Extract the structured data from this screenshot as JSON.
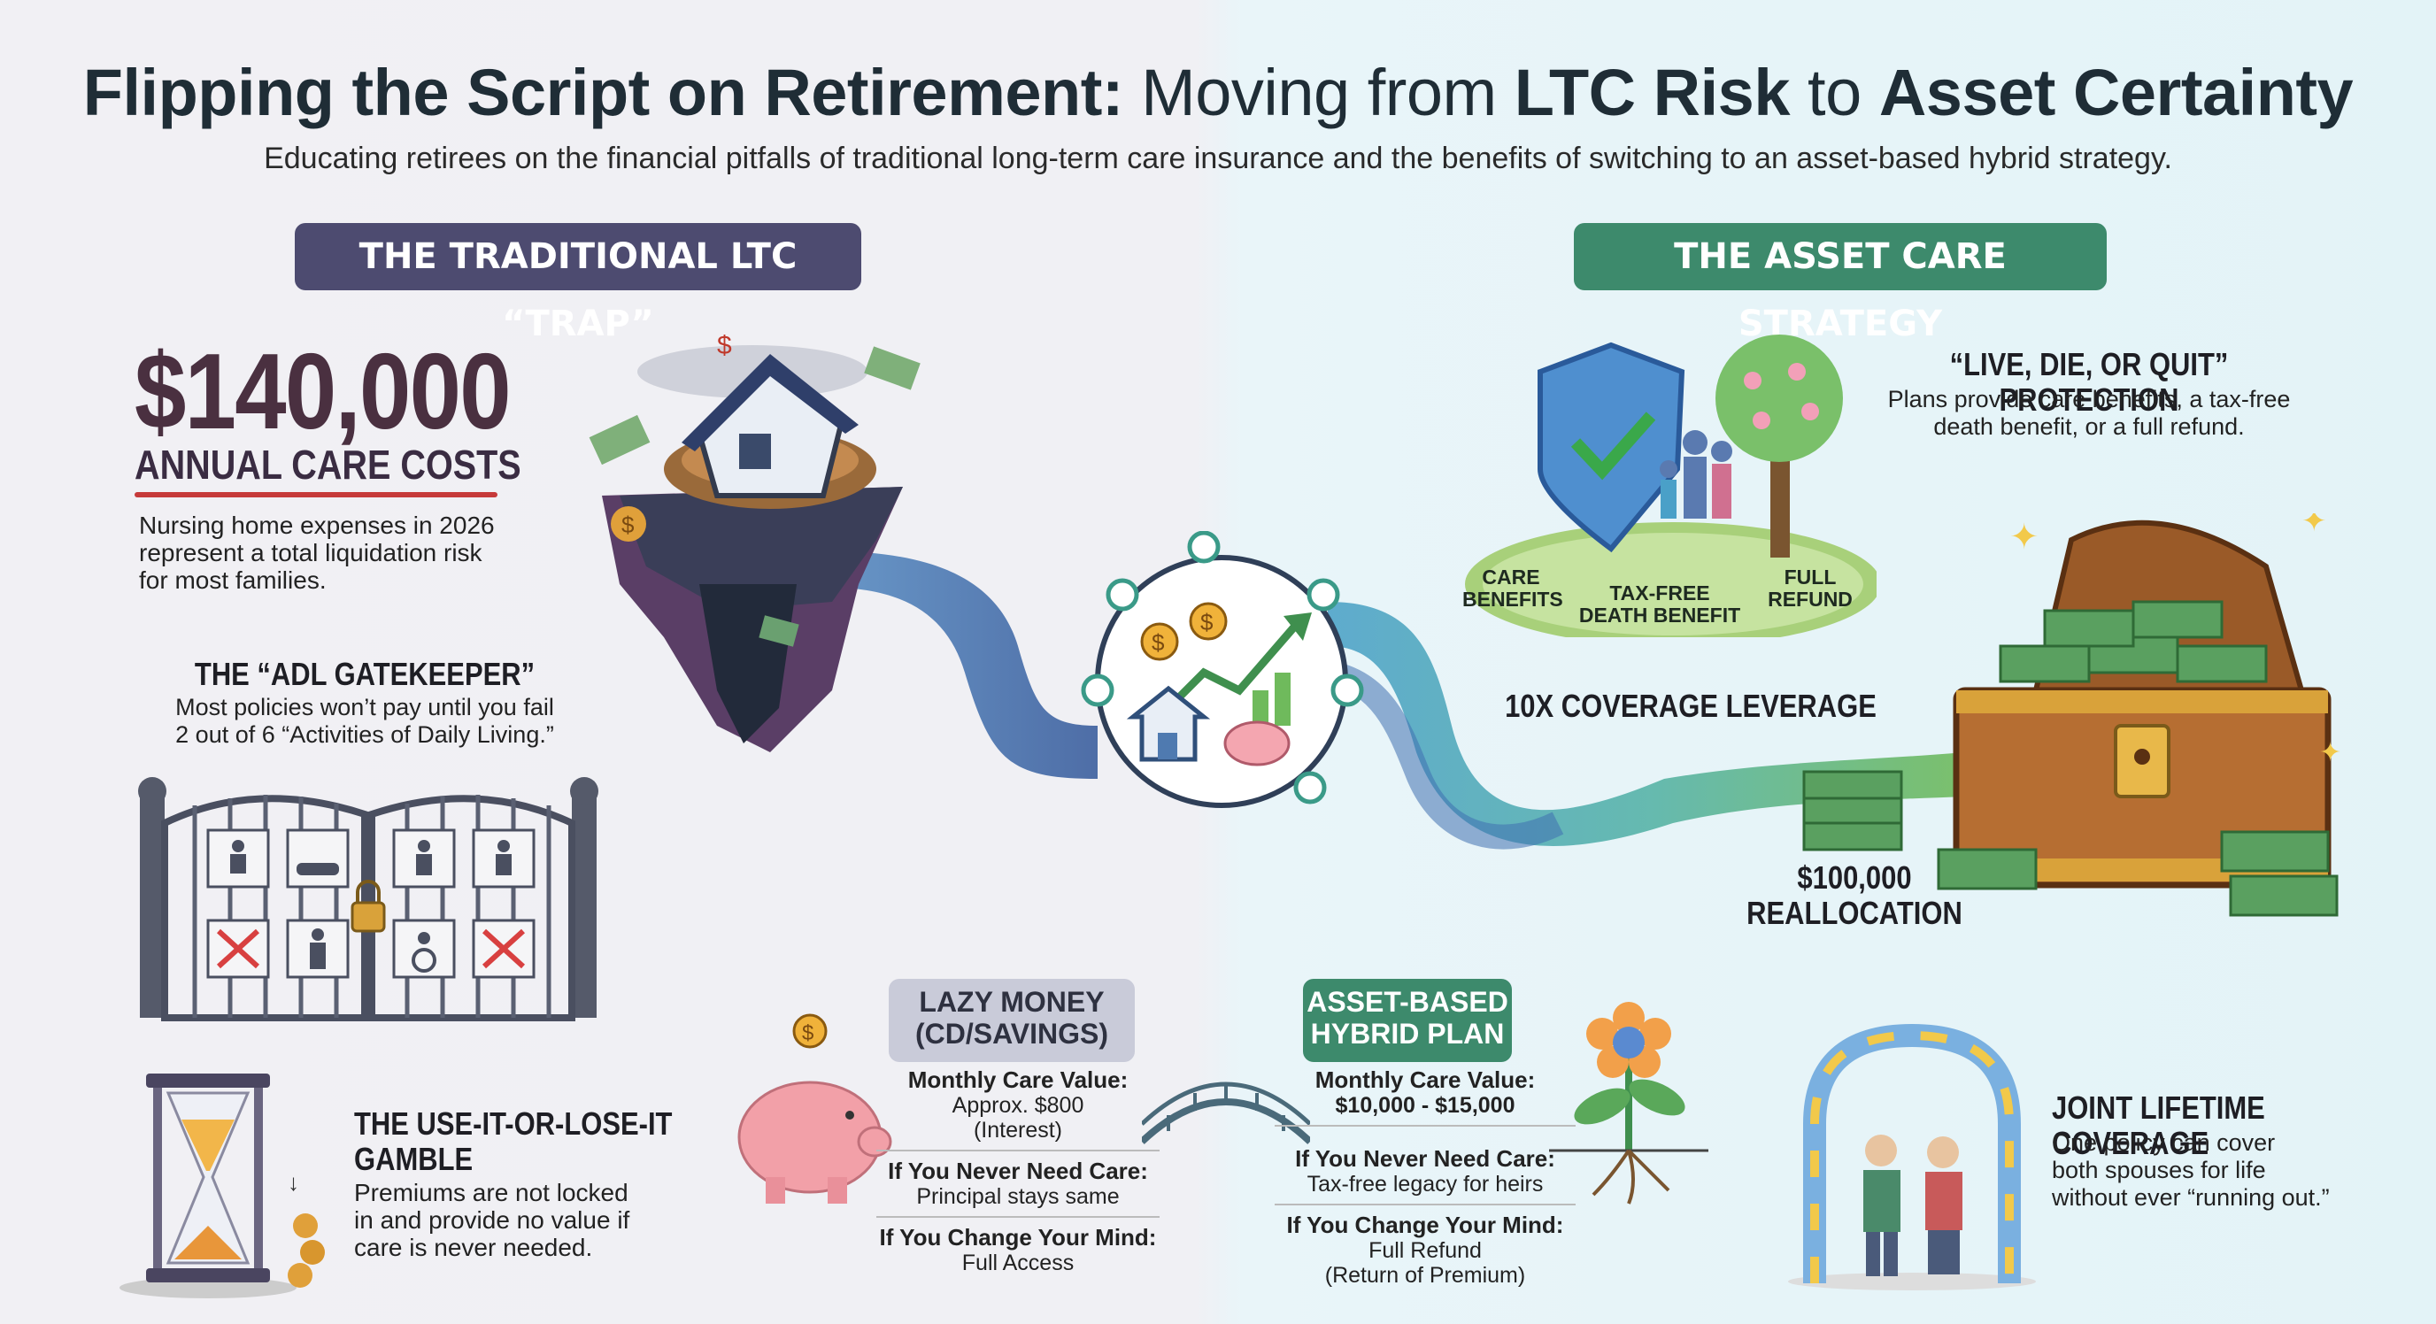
{
  "header": {
    "title_bold_1": "Flipping the Script on Retirement:",
    "title_regular_1": " Moving from ",
    "title_bold_2": "LTC Risk",
    "title_regular_2": " to ",
    "title_bold_3": "Asset Certainty",
    "subtitle": "Educating retirees on the financial pitfalls of traditional long-term care insurance and the benefits of switching to an asset-based hybrid strategy."
  },
  "left": {
    "section_title": "THE TRADITIONAL LTC “TRAP”",
    "stat_value": "$140,000",
    "stat_label": "ANNUAL CARE COSTS",
    "stat_desc_1": "Nursing home expenses in 2026",
    "stat_desc_2": "represent a total liquidation risk",
    "stat_desc_3": "for most families.",
    "adl_title": "THE “ADL GATEKEEPER”",
    "adl_desc_1": "Most policies won’t pay until you fail",
    "adl_desc_2": "2 out of 6 “Activities of Daily Living.”",
    "gamble_title_1": "THE USE-IT-OR-LOSE-IT",
    "gamble_title_2": "GAMBLE",
    "gamble_desc_1": "Premiums are not locked",
    "gamble_desc_2": "in and provide no value if",
    "gamble_desc_3": "care is never needed."
  },
  "right": {
    "section_title": "THE ASSET CARE STRATEGY",
    "ldq_title": "“LIVE, DIE, OR QUIT” PROTECTION",
    "ldq_desc_1": "Plans provide care benefits, a tax-free",
    "ldq_desc_2": "death benefit, or a full refund.",
    "care_1": "CARE",
    "care_2": "BENEFITS",
    "tax_1": "TAX-FREE",
    "tax_2": "DEATH BENEFIT",
    "refund_1": "FULL",
    "refund_2": "REFUND",
    "leverage": "10X COVERAGE LEVERAGE",
    "realloc_1": "$100,000",
    "realloc_2": "REALLOCATION",
    "joint_title": "JOINT LIFETIME COVERAGE",
    "joint_desc_1": "One policy can cover",
    "joint_desc_2": "both spouses for life",
    "joint_desc_3": "without ever “running out.”"
  },
  "compare": {
    "lazy": {
      "label_1": "LAZY MONEY",
      "label_2": "(CD/SAVINGS)",
      "mcv_label": "Monthly Care Value:",
      "mcv_value_1": "Approx. $800",
      "mcv_value_2": "(Interest)",
      "never_label": "If You Never Need Care:",
      "never_value": "Principal stays same",
      "change_label": "If You Change Your Mind:",
      "change_value": "Full Access"
    },
    "hybrid": {
      "label_1": "ASSET-BASED",
      "label_2": "HYBRID PLAN",
      "mcv_label": "Monthly Care Value:",
      "mcv_value": "$10,000 - $15,000",
      "never_label": "If You Never Need Care:",
      "never_value": "Tax-free legacy for heirs",
      "change_label": "If You Change Your Mind:",
      "change_value_1": "Full Refund",
      "change_value_2": "(Return of Premium)"
    }
  },
  "colors": {
    "left_accent": "#4d4b70",
    "right_accent": "#3d8a6c",
    "warning_red": "#c63a3a",
    "money_green": "#3f8f4e"
  }
}
